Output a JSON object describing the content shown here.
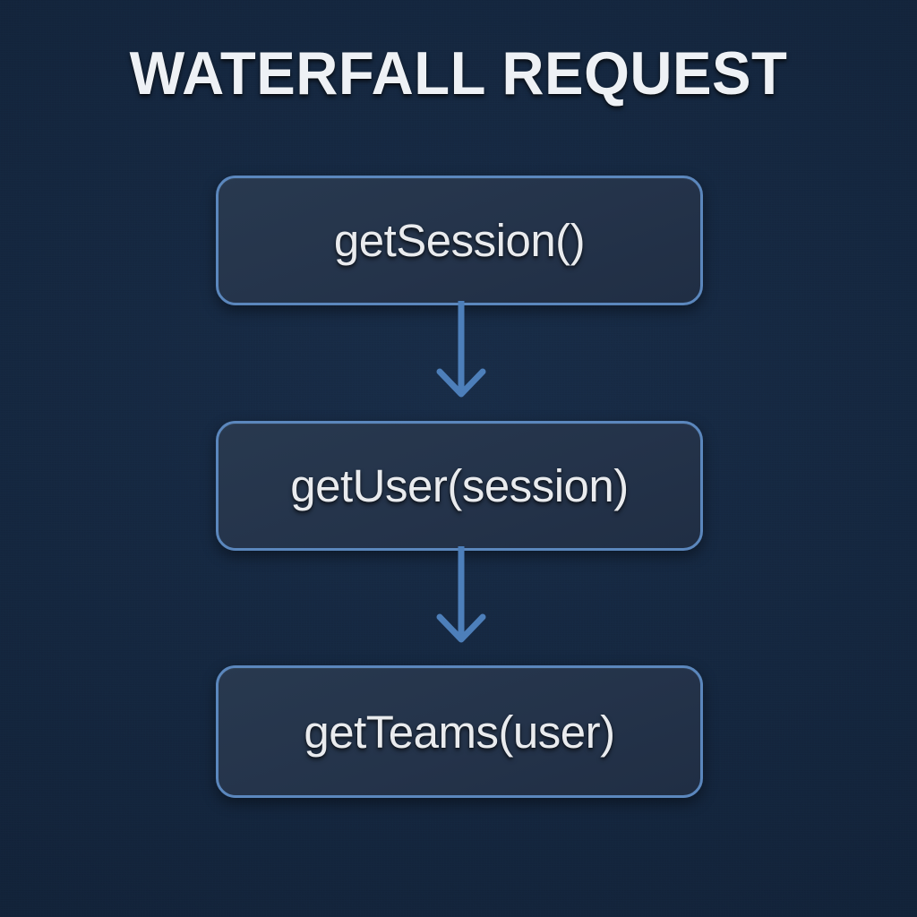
{
  "diagram": {
    "title": "WATERFALL REQUEST",
    "type": "flowchart",
    "orientation": "vertical-top-to-bottom",
    "colors": {
      "background": "#14263e",
      "node_fill": "#24334a",
      "node_border": "#5b87bd",
      "node_text": "#e9ebee",
      "title_text": "#eef1f5",
      "arrow": "#4d7fba"
    },
    "nodes": [
      {
        "id": "get-session",
        "label": "getSession()"
      },
      {
        "id": "get-user",
        "label": "getUser(session)"
      },
      {
        "id": "get-teams",
        "label": "getTeams(user)"
      }
    ],
    "connectors": [
      {
        "id": "arrow-session-to-user",
        "from": "get-session",
        "to": "get-user",
        "shape": "down-arrow"
      },
      {
        "id": "arrow-user-to-teams",
        "from": "get-user",
        "to": "get-teams",
        "shape": "down-arrow"
      }
    ]
  }
}
